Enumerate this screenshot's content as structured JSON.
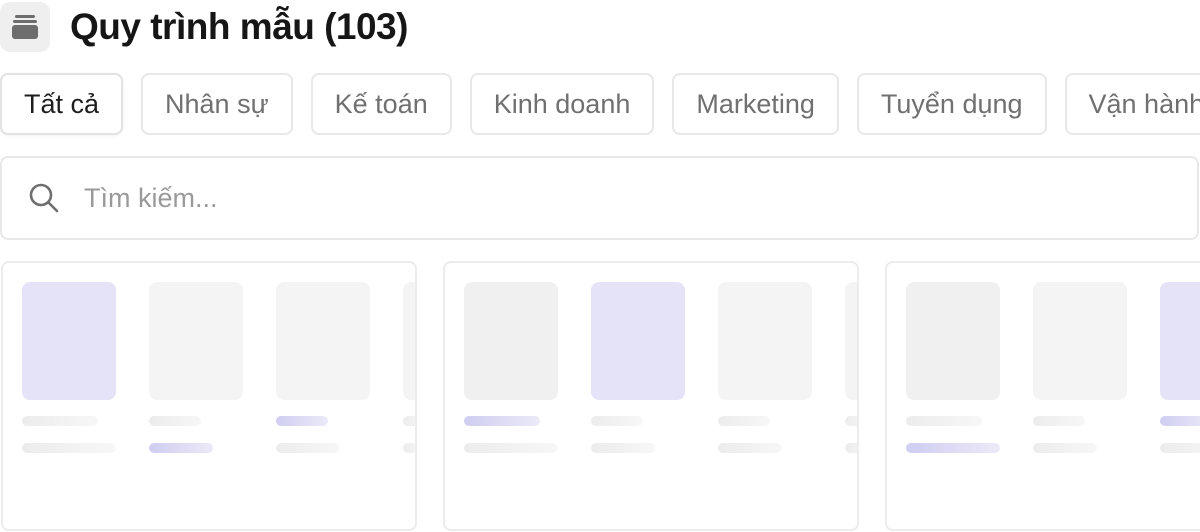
{
  "header": {
    "title": "Quy trình mẫu (103)",
    "icon": "stack-icon"
  },
  "filters": {
    "tabs": [
      {
        "label": "Tất cả",
        "active": true
      },
      {
        "label": "Nhân sự",
        "active": false
      },
      {
        "label": "Kế toán",
        "active": false
      },
      {
        "label": "Kinh doanh",
        "active": false
      },
      {
        "label": "Marketing",
        "active": false
      },
      {
        "label": "Tuyển dụng",
        "active": false
      },
      {
        "label": "Vận hành",
        "active": false
      }
    ]
  },
  "search": {
    "placeholder": "Tìm kiếm...",
    "value": ""
  },
  "colors": {
    "accent_light": "#e5e3f7",
    "skeleton": "#f4f4f4",
    "border": "#e8e8e8"
  }
}
